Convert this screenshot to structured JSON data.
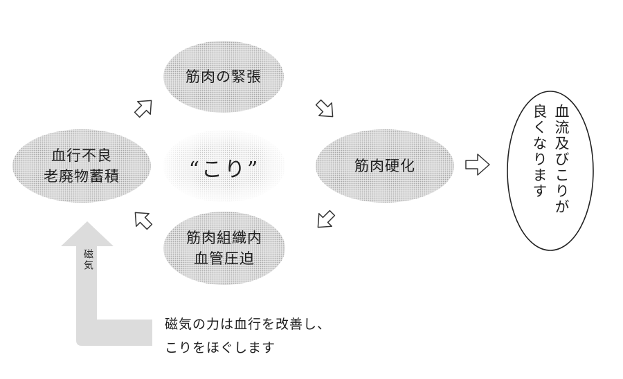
{
  "nodes": {
    "top": "筋肉の緊張",
    "right": "筋肉硬化",
    "bottom_line1": "筋肉組織内",
    "bottom_line2": "血管圧迫",
    "left_line1": "血行不良",
    "left_line2": "老廃物蓄積",
    "center": "“こり”"
  },
  "result": {
    "line1": "血流及びこりが",
    "line2": "良くなります"
  },
  "magnet": {
    "arrow_label": "磁気",
    "caption_line1": "磁気の力は血行を改善し、",
    "caption_line2": "こりをほぐします"
  }
}
